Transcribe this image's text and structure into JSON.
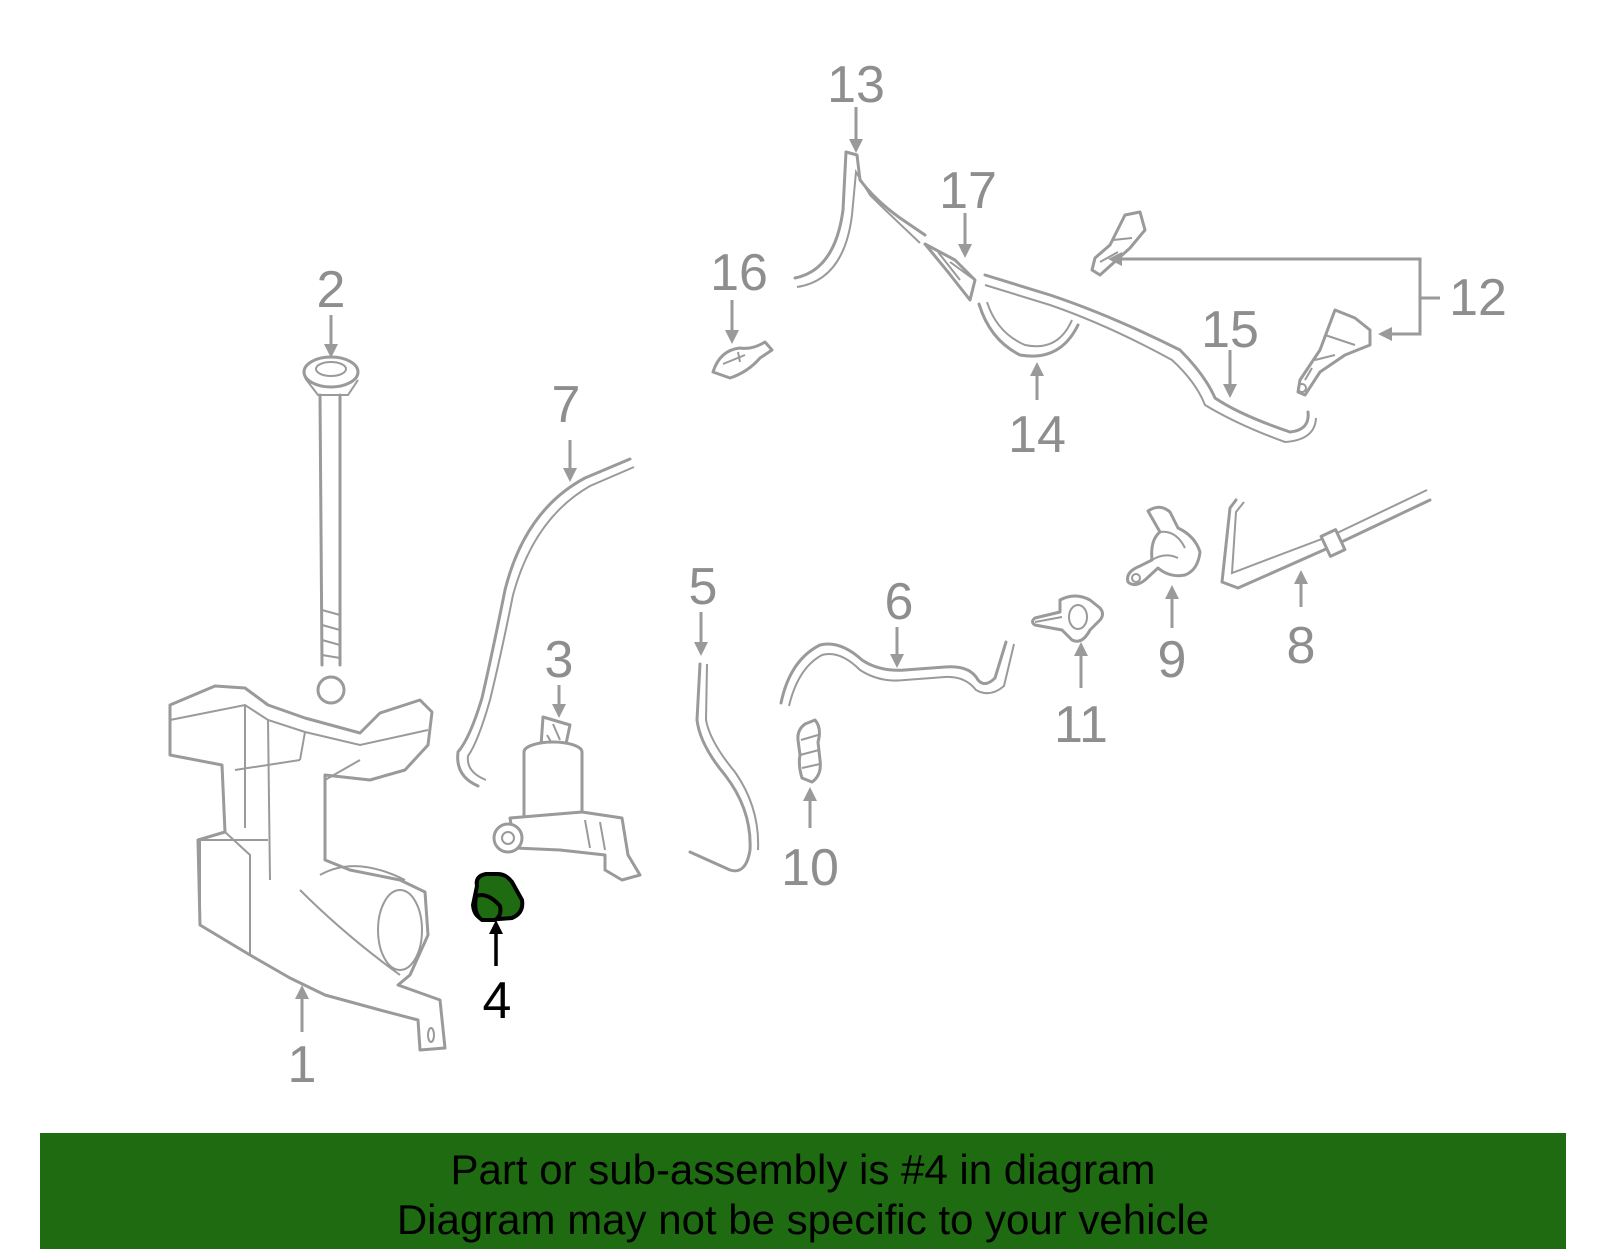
{
  "diagram": {
    "highlight_color": "#1e6b12",
    "part_color": "#9a9a9a",
    "callouts": {
      "c1": "1",
      "c2": "2",
      "c3": "3",
      "c4": "4",
      "c5": "5",
      "c6": "6",
      "c7": "7",
      "c8": "8",
      "c9": "9",
      "c10": "10",
      "c11": "11",
      "c12": "12",
      "c13": "13",
      "c14": "14",
      "c15": "15",
      "c16": "16",
      "c17": "17"
    }
  },
  "banner": {
    "line1": "Part or sub-assembly is #4 in diagram",
    "line2": "Diagram may not be specific to your vehicle",
    "background": "#1e6b12"
  }
}
